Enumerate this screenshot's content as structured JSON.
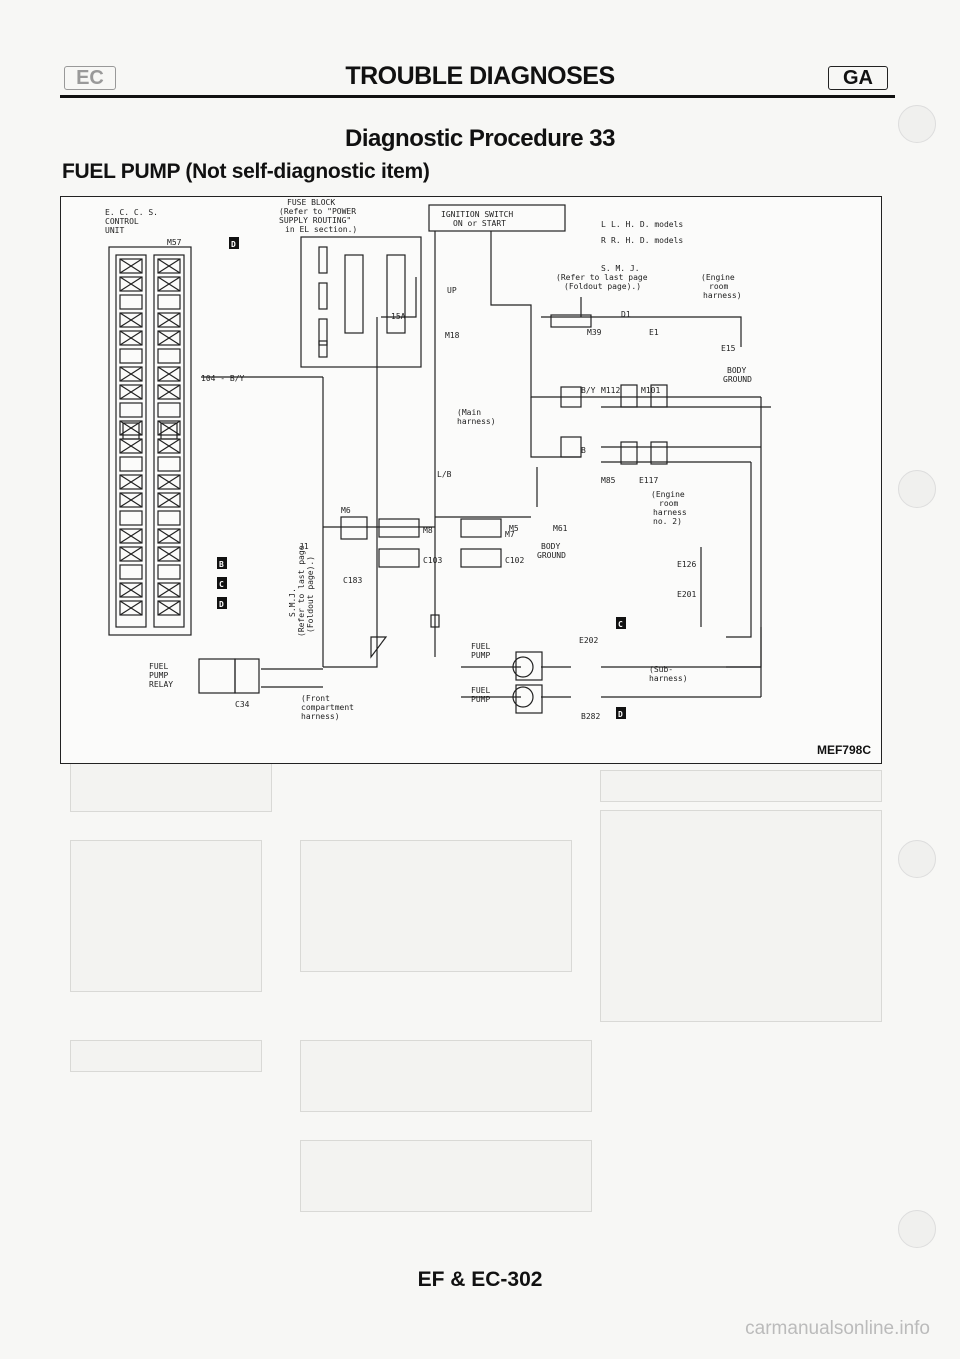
{
  "header": {
    "section_left": "EC",
    "title": "TROUBLE DIAGNOSES",
    "section_right": "GA"
  },
  "procedure_title": "Diagnostic Procedure 33",
  "section_title": "FUEL PUMP (Not self-diagnostic item)",
  "diagram": {
    "ecm_label": [
      "E. C. C. S.",
      "CONTROL",
      "UNIT"
    ],
    "ecm_connector": "M57",
    "fuse_block": [
      "FUSE BLOCK",
      "(Refer to \"POWER",
      "SUPPLY ROUTING\"",
      "in EL section.)"
    ],
    "ignition_switch": [
      "IGNITION SWITCH",
      "ON or START"
    ],
    "lhd_legend": "L. H. D. models",
    "rhd_legend": "R. H. D. models",
    "lhd_symbol": "L",
    "rhd_symbol": "R",
    "smj_right": [
      "S. M. J.",
      "(Refer to last page",
      "(Foldout page).)"
    ],
    "engine_room_harness": [
      "(Engine",
      "room",
      "harness)"
    ],
    "body_ground_1": [
      "BODY",
      "GROUND"
    ],
    "body_ground_2": [
      "BODY",
      "GROUND"
    ],
    "main_harness": [
      "(Main",
      "harness)"
    ],
    "engine_room_harness_2": [
      "(Engine",
      "room",
      "harness",
      "no. 2)"
    ],
    "sub_harness": [
      "(Sub-",
      "harness)"
    ],
    "front_compartment_harness": [
      "(Front",
      "compartment",
      "harness)"
    ],
    "fuel_pump_relay": [
      "FUEL",
      "PUMP",
      "RELAY"
    ],
    "fuel_pump_1": [
      "FUEL",
      "PUMP"
    ],
    "fuel_pump_2": [
      "FUEL",
      "PUMP"
    ],
    "smj_vertical": [
      "S.M.J.",
      "(Refer to last page",
      "(Foldout page).)"
    ],
    "up_label": "UP",
    "fuse_rating": "15A",
    "wire_104": "104 - B/Y",
    "wire_by": "B/Y",
    "wire_b": "B",
    "wire_lb": "L/B",
    "connectors": {
      "m18": "M18",
      "m39": "M39",
      "e1": "E1",
      "e15": "E15",
      "m112": "M112",
      "m101": "M101",
      "m85": "M85",
      "e117": "E117",
      "m6": "M6",
      "m5": "M5",
      "m61": "M61",
      "m8": "M8",
      "m7": "M7",
      "c183": "C183",
      "c103": "C103",
      "c102": "C102",
      "e126": "E126",
      "e201": "E201",
      "e202": "E202",
      "c34": "C34",
      "b282": "B282",
      "r282": "B282"
    },
    "callouts": {
      "b": "B",
      "c": "C",
      "d": "D"
    },
    "connector_codes": {
      "j1": "J1",
      "d1": "D1"
    },
    "figure_code": "MEF798C"
  },
  "footer": "EF & EC-302",
  "watermark": "carmanualsonline.info"
}
